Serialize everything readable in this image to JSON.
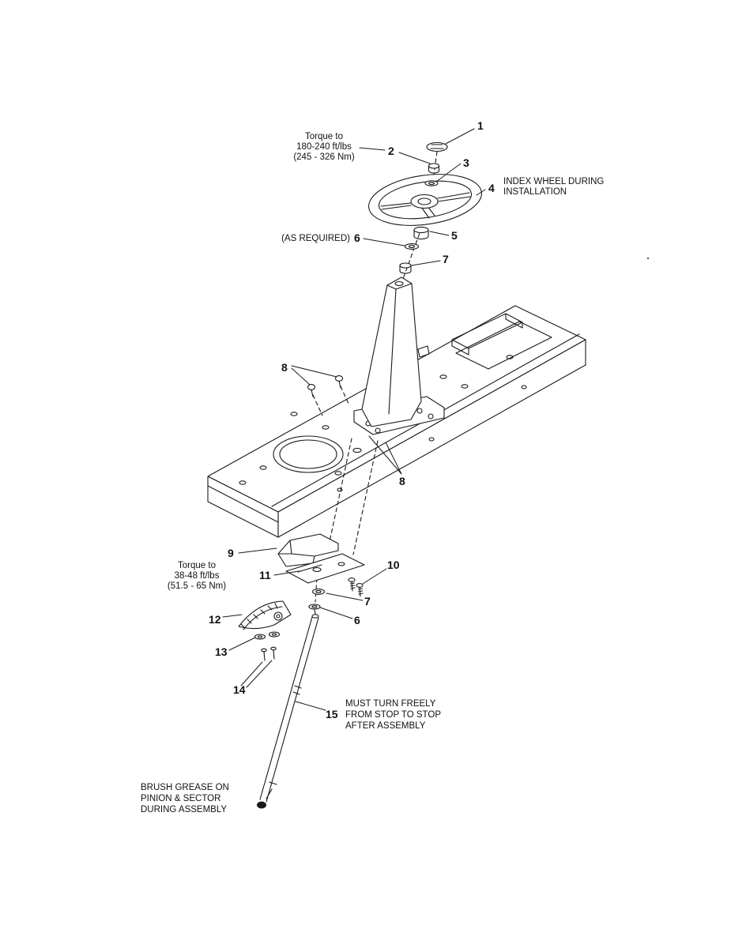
{
  "figure": {
    "description": "Exploded parts diagram of a riding-mower steering assembly"
  },
  "colors": {
    "ink": "#1a1a1a",
    "paper": "#ffffff"
  },
  "annotations": {
    "torque_upper": {
      "line1": "Torque to",
      "line2": "180-240 ft/lbs",
      "line3": "(245 - 326 Nm)"
    },
    "index_wheel": {
      "line1": "INDEX WHEEL DURING",
      "line2": "INSTALLATION"
    },
    "as_required": "(AS REQUIRED)",
    "torque_lower": {
      "line1": "Torque to",
      "line2": "38-48 ft/lbs",
      "line3": "(51.5 - 65 Nm)"
    },
    "must_turn": {
      "line1": "MUST TURN FREELY",
      "line2": "FROM STOP TO STOP",
      "line3": "AFTER ASSEMBLY"
    },
    "brush_grease": {
      "line1": "BRUSH GREASE ON",
      "line2": "PINION & SECTOR",
      "line3": "DURING ASSEMBLY"
    }
  },
  "callouts": [
    {
      "id": "callout-1",
      "num": "1"
    },
    {
      "id": "callout-2",
      "num": "2"
    },
    {
      "id": "callout-3",
      "num": "3"
    },
    {
      "id": "callout-4",
      "num": "4"
    },
    {
      "id": "callout-5",
      "num": "5"
    },
    {
      "id": "callout-6-upper",
      "num": "6"
    },
    {
      "id": "callout-7-upper",
      "num": "7"
    },
    {
      "id": "callout-8-upper",
      "num": "8"
    },
    {
      "id": "callout-8-lower",
      "num": "8"
    },
    {
      "id": "callout-9",
      "num": "9"
    },
    {
      "id": "callout-10",
      "num": "10"
    },
    {
      "id": "callout-11",
      "num": "11"
    },
    {
      "id": "callout-12",
      "num": "12"
    },
    {
      "id": "callout-7-lower",
      "num": "7"
    },
    {
      "id": "callout-6-lower",
      "num": "6"
    },
    {
      "id": "callout-13",
      "num": "13"
    },
    {
      "id": "callout-14",
      "num": "14"
    },
    {
      "id": "callout-15",
      "num": "15"
    }
  ]
}
